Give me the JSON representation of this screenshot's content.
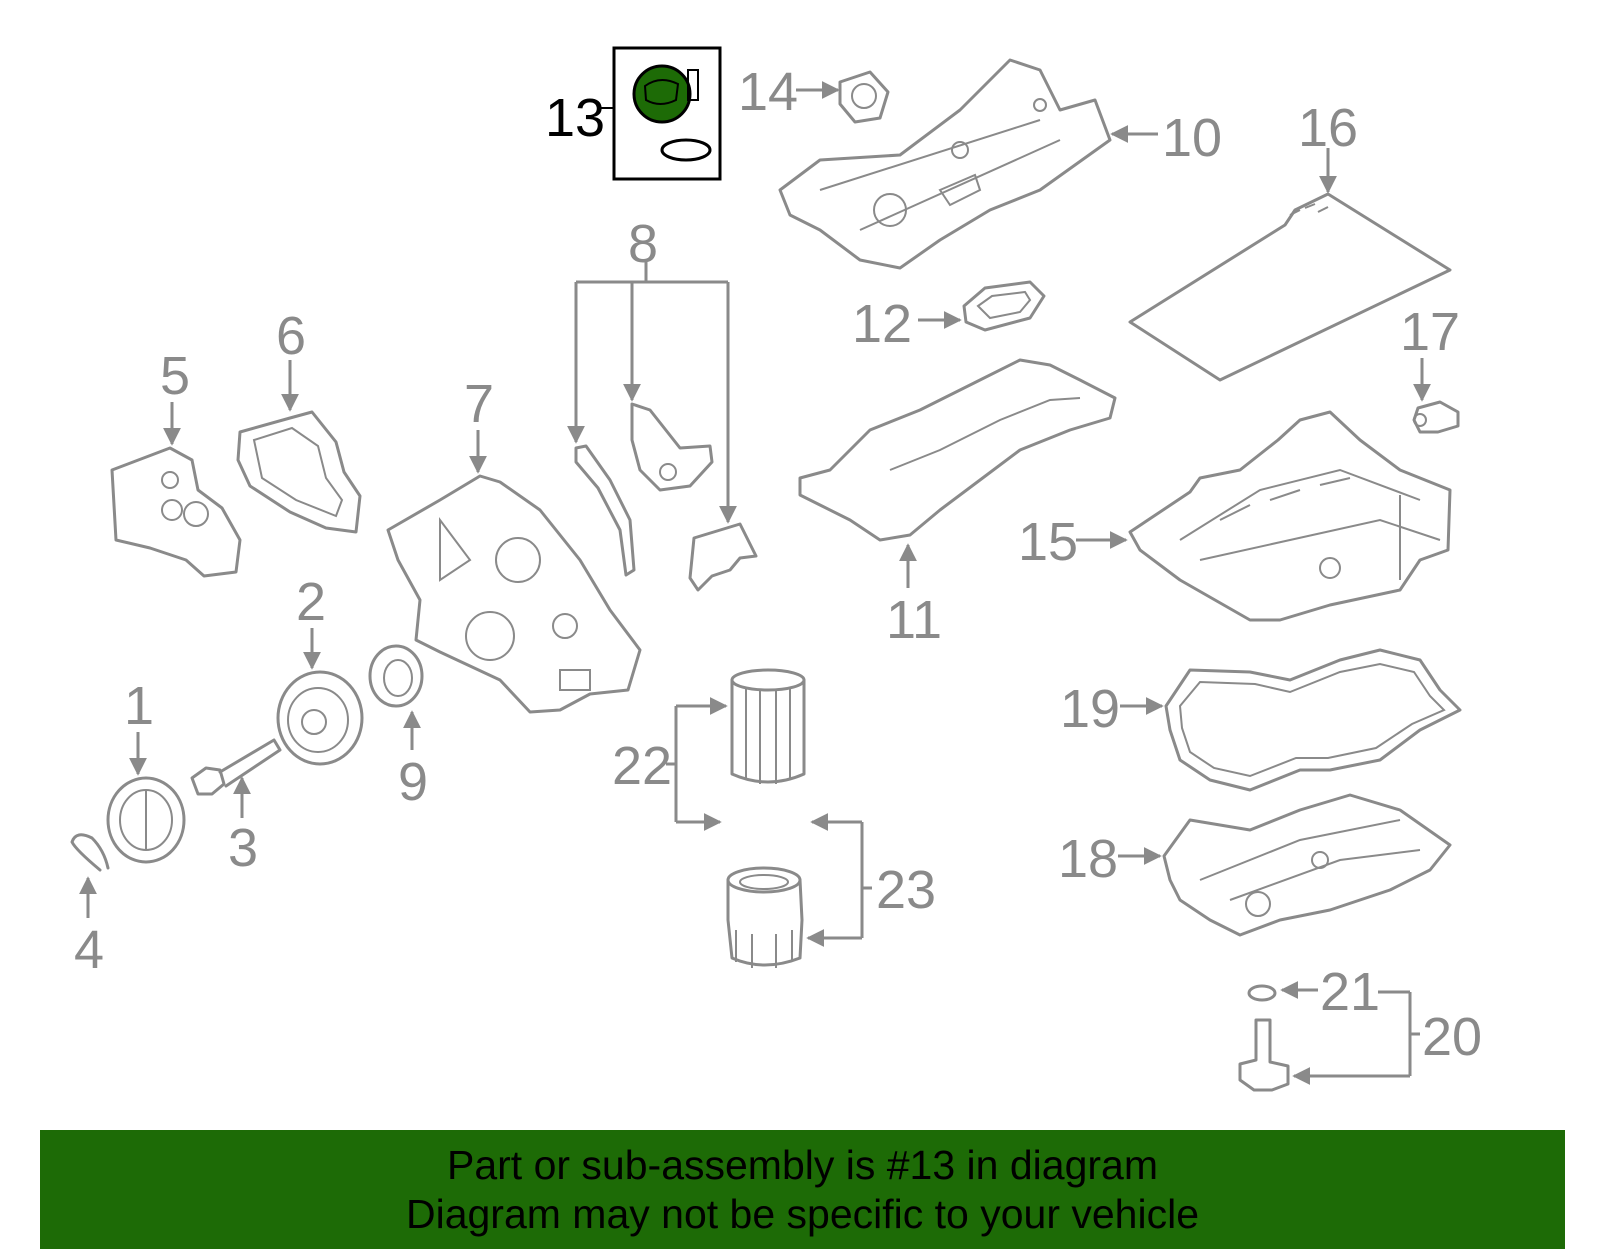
{
  "callouts": {
    "c1": "1",
    "c2": "2",
    "c3": "3",
    "c4": "4",
    "c5": "5",
    "c6": "6",
    "c7": "7",
    "c8": "8",
    "c9": "9",
    "c10": "10",
    "c11": "11",
    "c12": "12",
    "c13": "13",
    "c14": "14",
    "c15": "15",
    "c16": "16",
    "c17": "17",
    "c18": "18",
    "c19": "19",
    "c20": "20",
    "c21": "21",
    "c22": "22",
    "c23": "23"
  },
  "highlighted_part": "13",
  "colors": {
    "highlight_fill": "#1d6b06",
    "line_gray": "#8a8a8a",
    "banner_background": "#1d6b06",
    "banner_text": "#000000"
  },
  "banner": {
    "line1": "Part or sub-assembly is #13 in diagram",
    "line2": "Diagram may not be specific to your vehicle"
  }
}
